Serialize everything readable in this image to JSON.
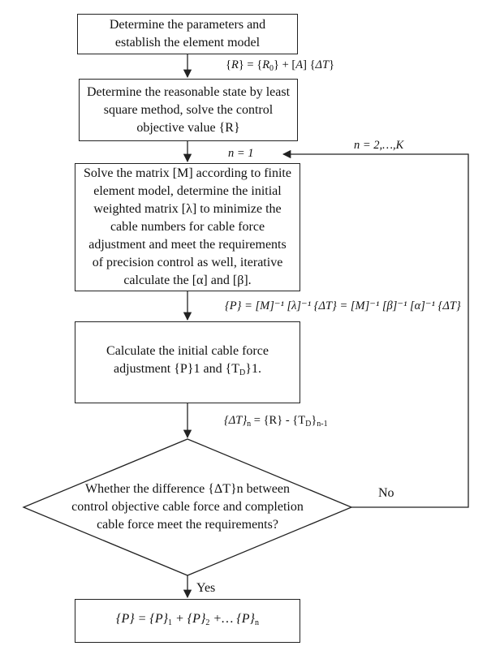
{
  "boxes": {
    "b1": "Determine the parameters and establish the element model",
    "b2": "Determine the reasonable state by least square method, solve the control objective value {R}",
    "b3": "Solve the matrix [M] according to finite element model, determine the initial weighted matrix [λ] to minimize the cable numbers for cable force adjustment and meet the requirements of precision control as well, iterative calculate the [α] and [β].",
    "b4a": "Calculate the initial cable force",
    "b4b": "adjustment {P}1 and {T",
    "b4b_sub": "D",
    "b4b_end": "}1.",
    "decision": "Whether the difference {ΔT}n between control objective cable force and completion cable force meet the requirements?"
  },
  "labels": {
    "eq1_a": "{",
    "eq1_R": "R",
    "eq1_b": "} = {",
    "eq1_R0": "R",
    "eq1_R0_sub": "0",
    "eq1_c": "} + [",
    "eq1_A": "A",
    "eq1_d": "] {",
    "eq1_dT": "ΔT",
    "eq1_e": "}",
    "n1": "n = 1",
    "n2": "n = 2,…,K",
    "eq2": "{P} = [M]⁻¹ [λ]⁻¹ {ΔT} = [M]⁻¹ [β]⁻¹ [α]⁻¹ {ΔT}",
    "eq3_a": "{ΔT}",
    "eq3_n": "n",
    "eq3_b": " = {R} - {T",
    "eq3_D": "D",
    "eq3_c": "}",
    "eq3_n1": "n-1",
    "no": "No",
    "yes": "Yes"
  },
  "final": {
    "p": "{P} = {P}",
    "s1": "1",
    "mid": " + {P}",
    "s2": "2",
    "mid2": " +… {P}",
    "sn": "n"
  }
}
